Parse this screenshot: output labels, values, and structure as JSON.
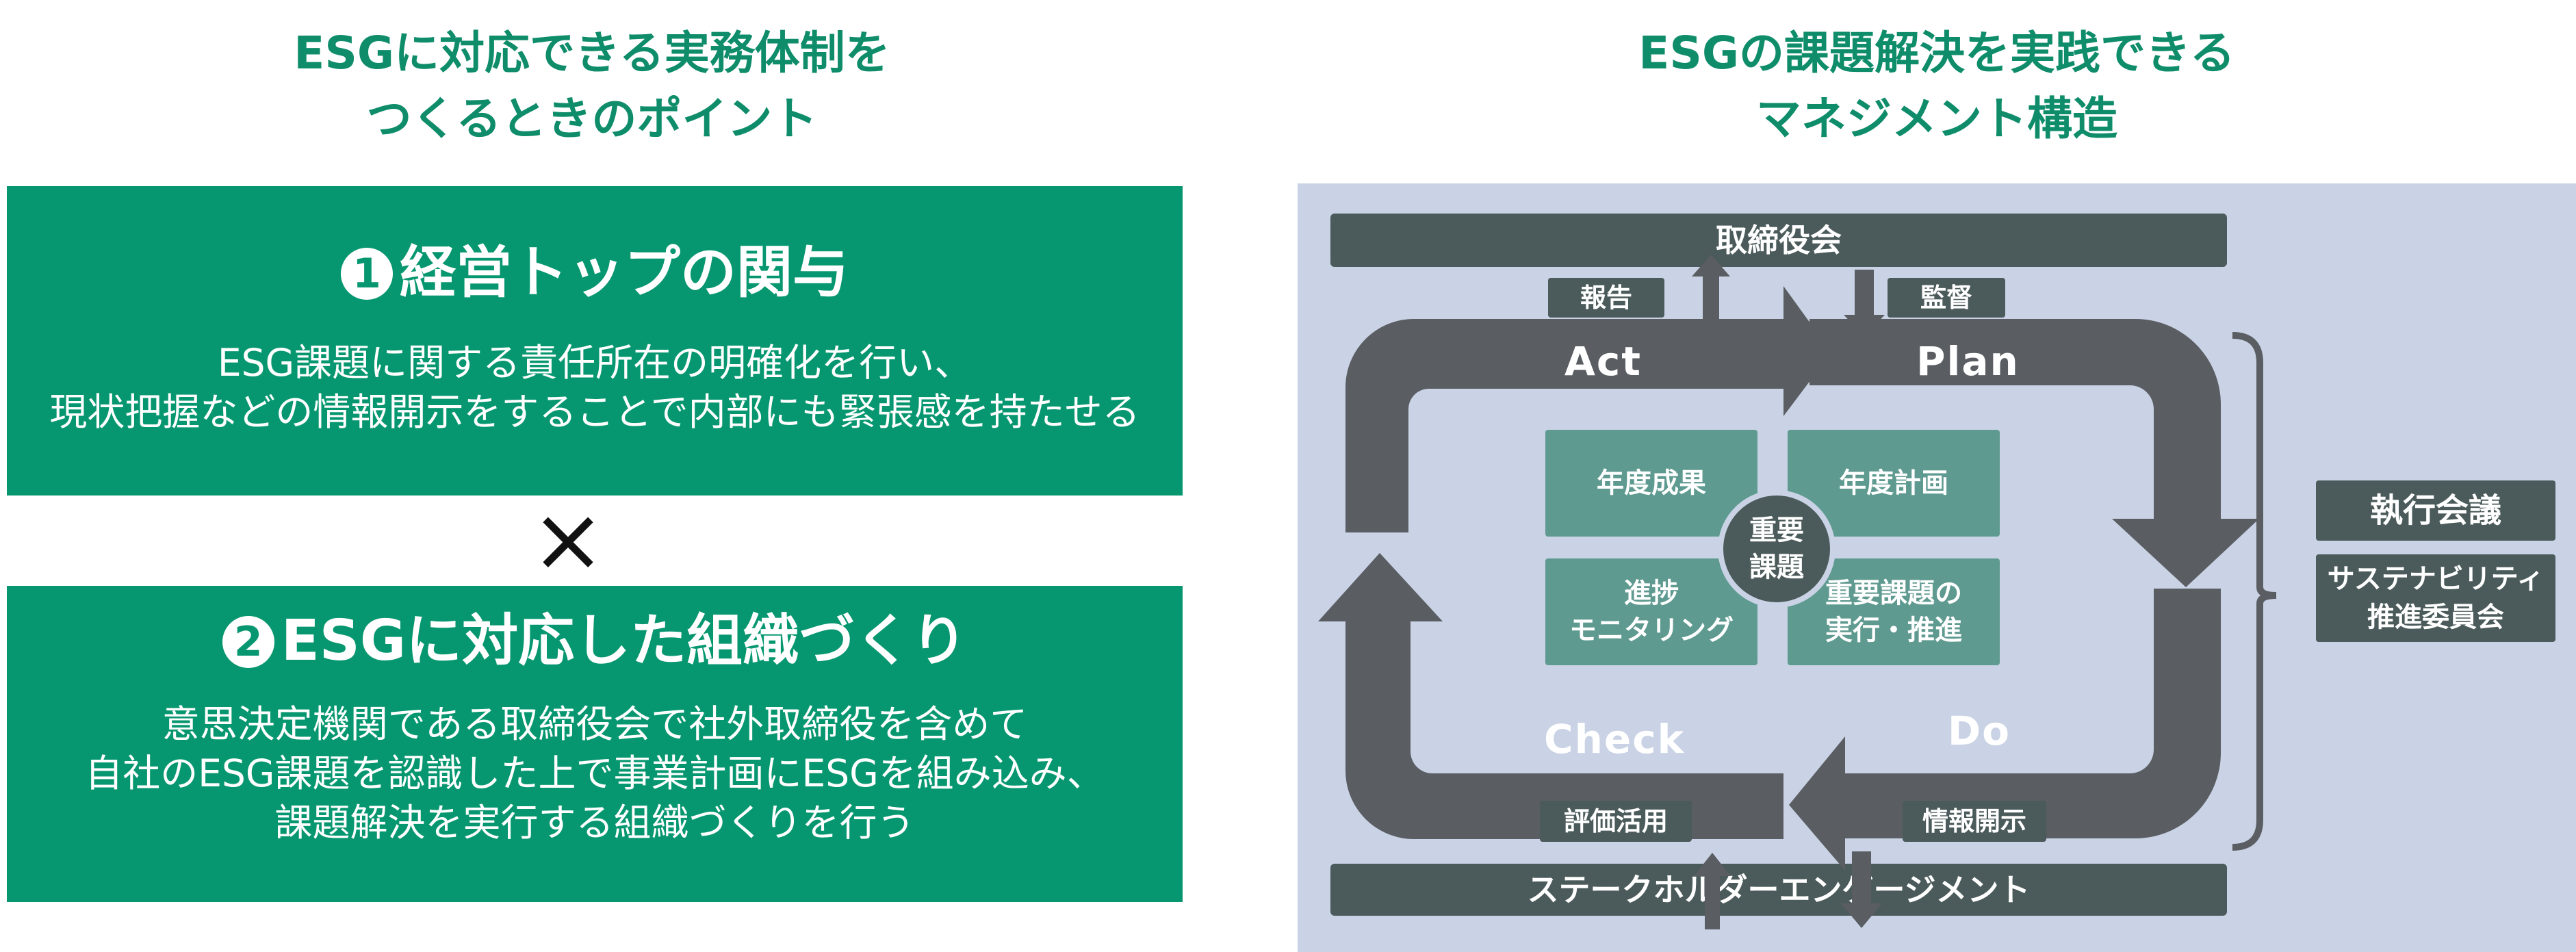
{
  "left": {
    "heading": [
      "ESGに対応できる実務体制を",
      "つくるときのポイント"
    ],
    "point1": {
      "number": "1",
      "title": "経営トップの関与",
      "body": [
        "ESG課題に関する責任所在の明確化を行い、",
        "現状把握などの情報開示をすることで内部にも緊張感を持たせる"
      ]
    },
    "times": "×",
    "point2": {
      "number": "2",
      "title": "ESGに対応した組織づくり",
      "body": [
        "意思決定機関である取締役会で社外取締役を含めて",
        "自社のESG課題を認識した上で事業計画にESGを組み込み、",
        "課題解決を実行する組織づくりを行う"
      ]
    }
  },
  "right": {
    "heading": [
      "ESGの課題解決を実践できる",
      "マネジメント構造"
    ],
    "board": "取締役会",
    "stakeholder": "ステークホルダーエンゲージメント",
    "tags": {
      "report": "報告",
      "supervise": "監督",
      "evaluate": "評価活用",
      "disclose": "情報開示"
    },
    "phases": {
      "act": "Act",
      "plan": "Plan",
      "do": "Do",
      "check": "Check"
    },
    "cells": {
      "result": "年度成果",
      "plan": "年度計画",
      "progress": [
        "進捗",
        "モニタリング"
      ],
      "execute": [
        "重要課題の",
        "実行・推進"
      ]
    },
    "center": [
      "重要",
      "課題"
    ],
    "executive": "執行会議",
    "sustainability": [
      "サステナビリティ",
      "推進委員会"
    ]
  },
  "colors": {
    "green": "#079770",
    "heading_green": "#0f8d6b",
    "panel": "#c9d3e5",
    "dark": "#4b5a5a",
    "cycle": "#5a5d62",
    "cell": "#5f9a90"
  }
}
